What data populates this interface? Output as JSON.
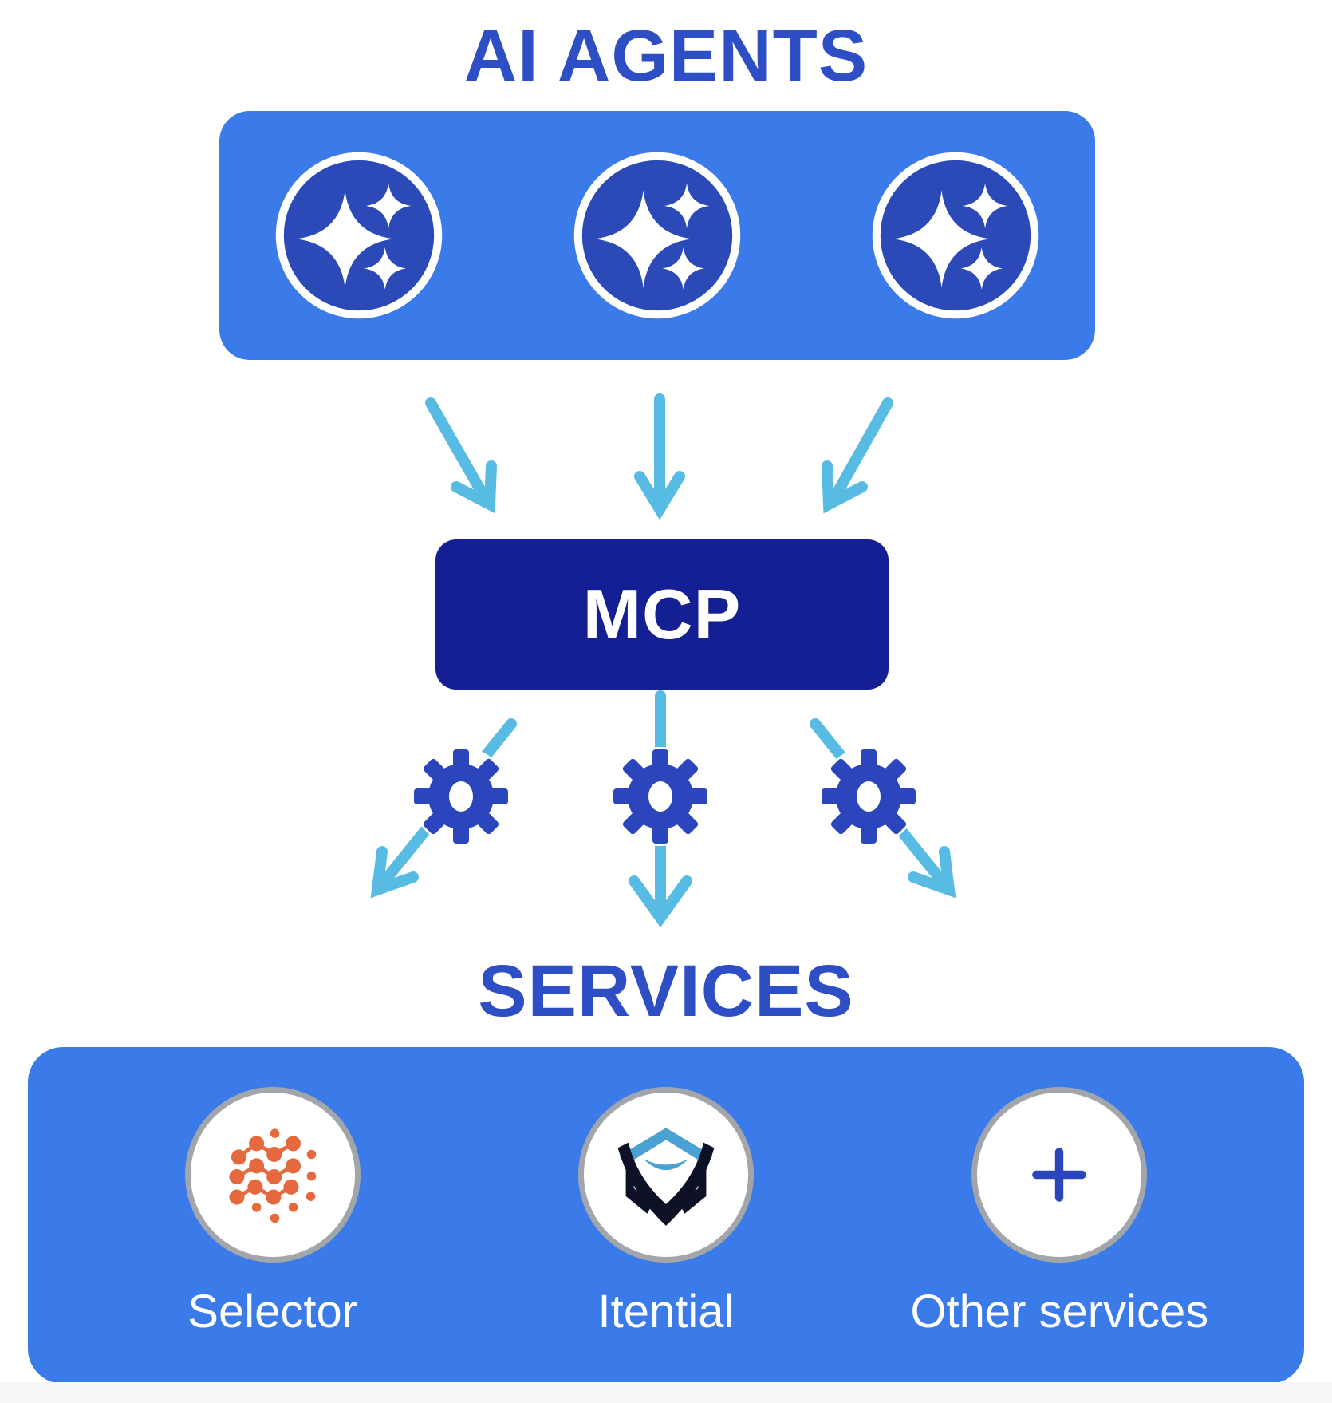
{
  "page": {
    "title": "AI AGENTS",
    "services_title": "SERVICES"
  },
  "mcp": {
    "label": "MCP"
  },
  "agents": {
    "items": [
      {
        "icon": "sparkles-icon"
      },
      {
        "icon": "sparkles-icon"
      },
      {
        "icon": "sparkles-icon"
      }
    ]
  },
  "flow": {
    "arrows_agents_to_mcp": 3,
    "arrows_mcp_to_services": 3,
    "gear_icons": 3
  },
  "services": {
    "items": [
      {
        "label": "Selector",
        "icon": "selector-network-icon"
      },
      {
        "label": "Itential",
        "icon": "itential-logo-icon"
      },
      {
        "label": "Other services",
        "icon": "plus-icon"
      }
    ]
  },
  "colors": {
    "page-bg": "#ffffff",
    "panel-blue": "#3b7ae9",
    "agent-circle-blue": "#2b4ab8",
    "title-blue": "#2d4ec4",
    "mcp-navy": "#141f93",
    "gear-blue": "#2b45bd",
    "arrow-blue": "#58bbe4",
    "selector-orange": "#e5693f",
    "itential-light-blue": "#4aa2d3",
    "itential-dark": "#0d1126",
    "circle-ring-gray": "#a2a6ab",
    "footer-strip": "#f5f6f7"
  }
}
